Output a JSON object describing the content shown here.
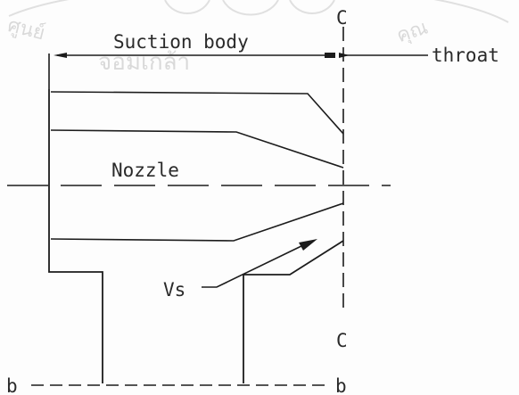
{
  "watermark": {
    "text_left": "ศูนย์",
    "text_mid": "จอมเกล้า",
    "text_right": "คุณ",
    "color": "#bdbdbd"
  },
  "labels": {
    "suction_body": "Suction body",
    "throat": "throat",
    "nozzle": "Nozzle",
    "vs": "Vs",
    "c_top": "C",
    "c_bottom": "C",
    "b_left": "b",
    "b_right": "b"
  }
}
